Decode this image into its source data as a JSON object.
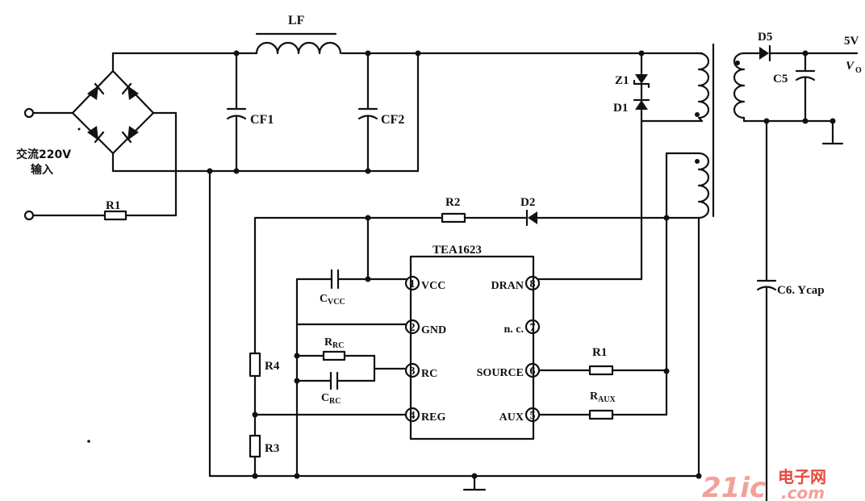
{
  "labels": {
    "inductor": "LF",
    "cf1": "CF1",
    "cf2": "CF2",
    "r1_input": "R1",
    "input_line1": "交流220V",
    "input_line2": "输入",
    "z1": "Z1",
    "d1": "D1",
    "d5": "D5",
    "c5": "C5",
    "out_voltage": "5V",
    "vo_main": "V",
    "vo_sub": "O",
    "r2": "R2",
    "d2": "D2",
    "ic_name": "TEA1623",
    "cvcc_main": "C",
    "cvcc_sub": "VCC",
    "rrc_main": "R",
    "rrc_sub": "RC",
    "crc_main": "C",
    "crc_sub": "RC",
    "r4": "R4",
    "r3": "R3",
    "r1_source": "R1",
    "raux_main": "R",
    "raux_sub": "AUX",
    "c6": "C6. Ycap"
  },
  "pins": {
    "p1": {
      "num": "1",
      "name": "VCC"
    },
    "p2": {
      "num": "2",
      "name": "GND"
    },
    "p3": {
      "num": "3",
      "name": "RC"
    },
    "p4": {
      "num": "4",
      "name": "REG"
    },
    "p8": {
      "num": "8",
      "name": "DRAN"
    },
    "p7": {
      "num": "7",
      "name": "n. c."
    },
    "p6": {
      "num": "6",
      "name": "SOURCE"
    },
    "p5": {
      "num": "5",
      "name": "AUX"
    }
  },
  "watermark": {
    "part1": "21ic",
    "part2": "电子网",
    "part3": ".com",
    "color_main": "#e8483c",
    "color_light": "#f4a09a"
  }
}
